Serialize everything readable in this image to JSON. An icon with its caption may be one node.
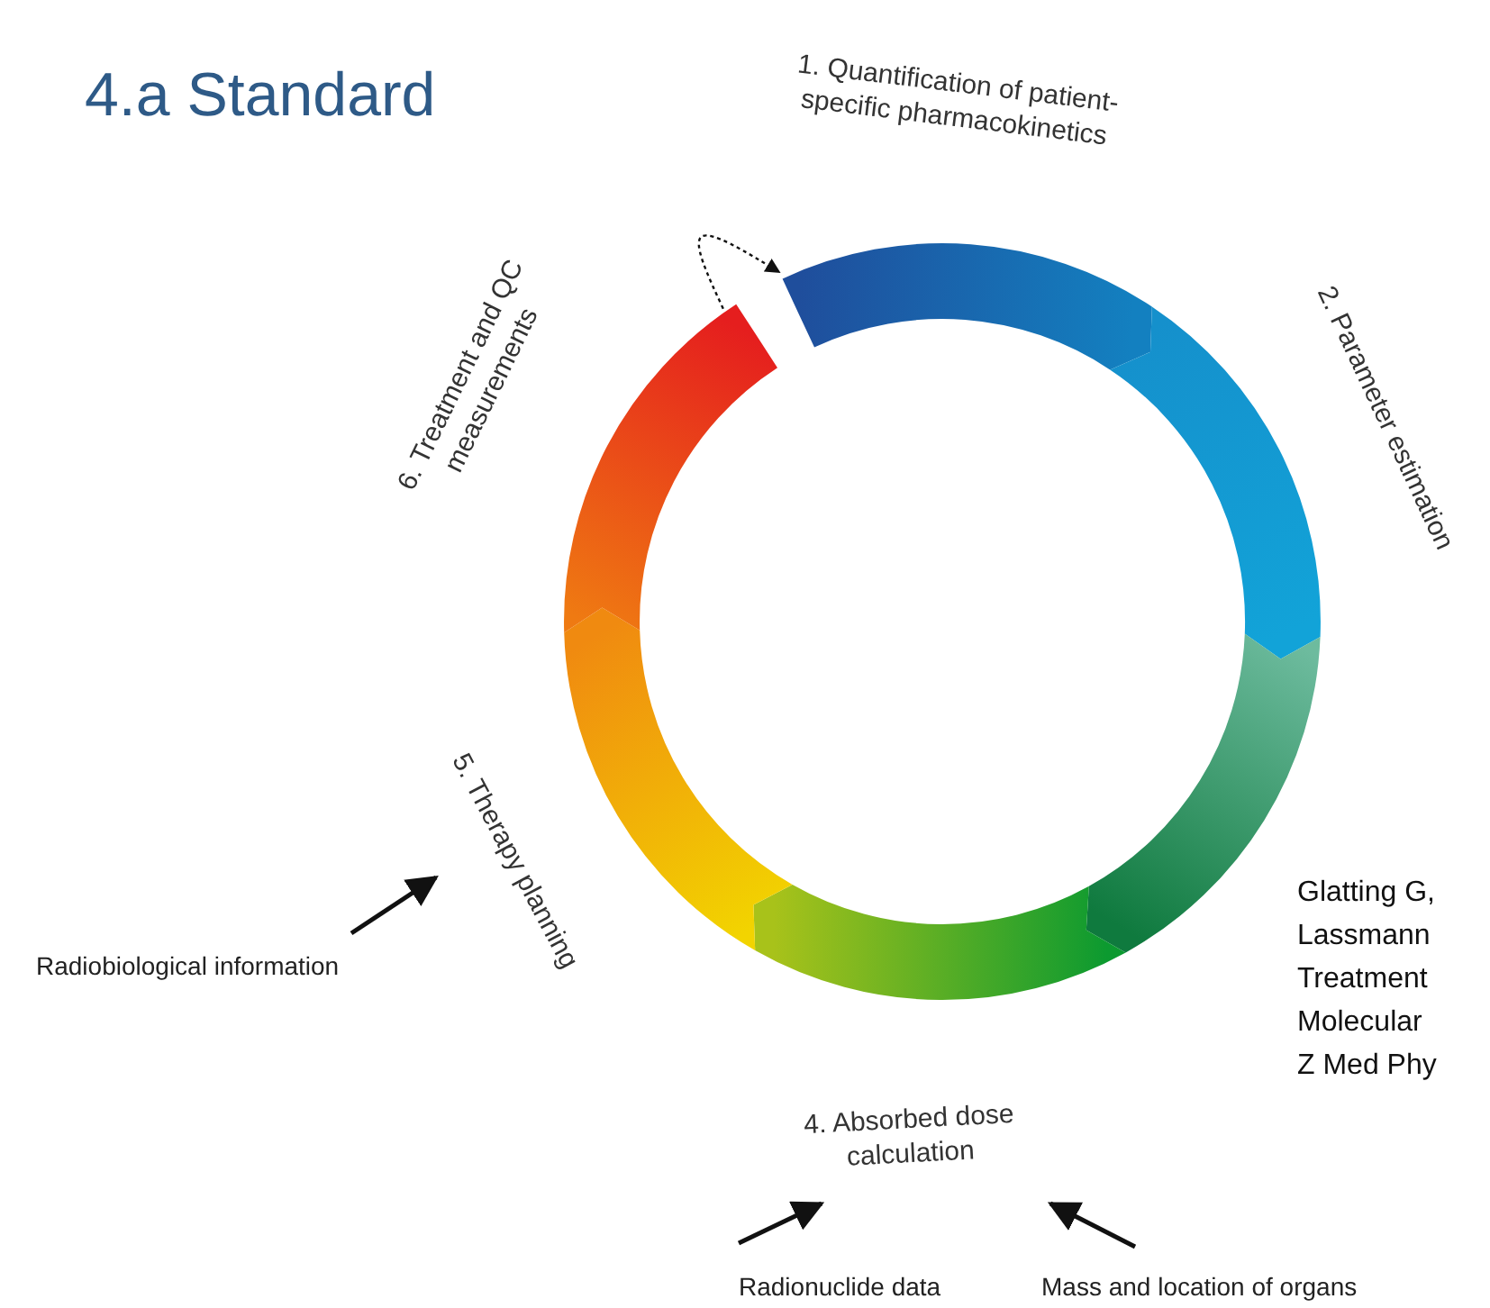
{
  "diagram": {
    "title": "4.a Standard",
    "nodes": [
      {
        "text": [
          "1. Quantification of patient-specific pharmacokinetics"
        ]
      },
      {
        "text": [
          "2. Parameter estimation"
        ]
      },
      {
        "text": [],
        "shape": "arc"
      },
      {
        "text": [
          "4. Absorbed dose calculation"
        ]
      },
      {
        "text": [
          "5. Therapy planning"
        ]
      },
      {
        "text": [
          "6. Treatment and QC measurements"
        ]
      },
      {
        "text": [
          "Radiobiological information"
        ]
      },
      {
        "text": [
          "Radionuclide data"
        ]
      },
      {
        "text": [
          "Mass and location of organs"
        ]
      }
    ],
    "edges": [
      {
        "from": 5,
        "to": 0,
        "arrow": "to",
        "style": "dashed"
      },
      {
        "from": 6,
        "to": 4,
        "arrow": "to"
      },
      {
        "from": 7,
        "to": 3,
        "arrow": "to"
      },
      {
        "from": 8,
        "to": 3,
        "arrow": "to"
      }
    ],
    "labels": [
      "Glatting G,",
      "Lassmann",
      "Treatment",
      "Molecular",
      "Z Med Phy"
    ]
  }
}
